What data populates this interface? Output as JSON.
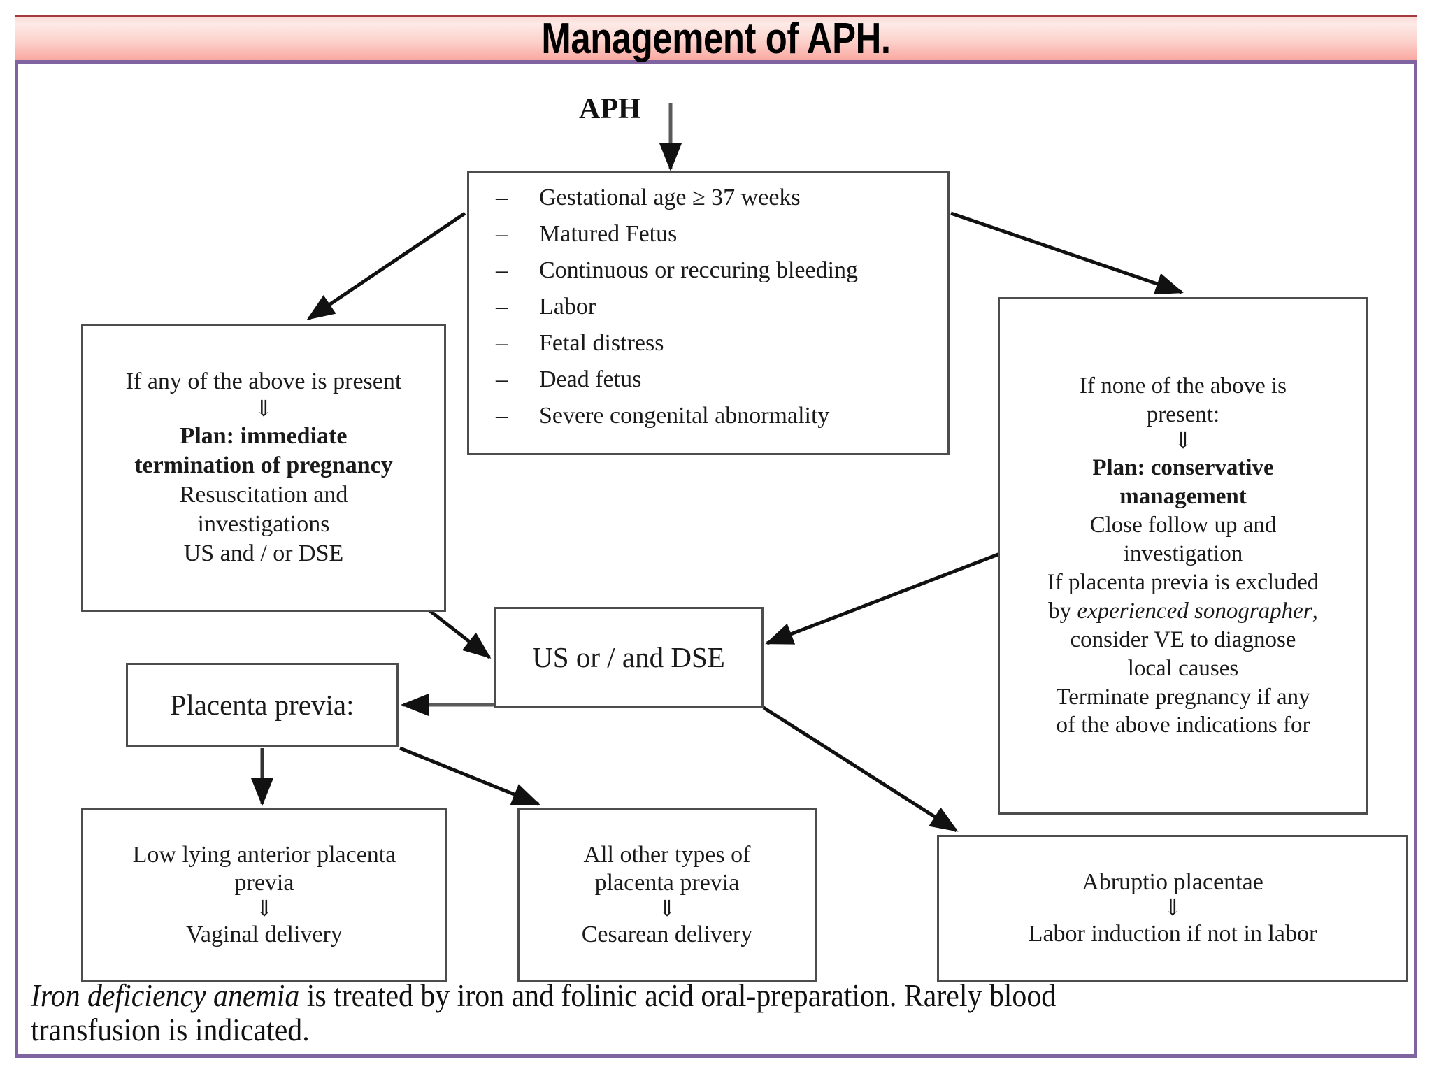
{
  "slide": {
    "title": "Management of APH.",
    "entry_label": "APH",
    "footer": {
      "emphasis": "Iron deficiency anemia",
      "rest": " is treated by iron and folinic acid oral-preparation. Rarely blood transfusion is indicated."
    },
    "colors": {
      "title_band_top": "#fbdcd8",
      "title_band_bottom": "#f9a8a0",
      "title_top_rule": "#a3393c",
      "frame_purple": "#8064a2",
      "node_border": "#4d4d4d",
      "text": "#1a1a1a"
    }
  },
  "nodes": {
    "criteria": {
      "bullet": "–",
      "items": [
        "Gestational age ≥ 37 weeks",
        "Matured Fetus",
        "Continuous  or reccuring bleeding",
        "Labor",
        "Fetal distress",
        "Dead fetus",
        "Severe congenital abnormality"
      ]
    },
    "left_branch": {
      "line1": "If any of the above is present",
      "arrow": "⇓",
      "plan_line1": "Plan: immediate",
      "plan_line2": "termination of pregnancy",
      "line3": "Resuscitation and",
      "line4": "investigations",
      "line5": "US and / or DSE"
    },
    "right_branch": {
      "line1": "If none of the above is",
      "line2": "present:",
      "arrow": "⇓",
      "plan_line1": "Plan: conservative",
      "plan_line2": "management",
      "line3": "Close follow up and",
      "line4": "investigation",
      "line5": "If placenta previa is excluded",
      "line6_pre": "by ",
      "line6_ital": "experienced sonographer",
      "line6_post": ",",
      "line7": "consider VE to diagnose",
      "line8": "local causes",
      "line9": "Terminate pregnancy if any",
      "line10": "of the above indications for"
    },
    "us_dse": {
      "label": "US or / and DSE"
    },
    "placenta_previa": {
      "label": "Placenta previa:"
    },
    "low_lying": {
      "line1": "Low lying anterior placenta",
      "line2": "previa",
      "arrow": "⇓",
      "line3": "Vaginal delivery"
    },
    "all_other": {
      "line1": "All other types of",
      "line2": "placenta previa",
      "arrow": "⇓",
      "line3": "Cesarean delivery"
    },
    "abruptio": {
      "line1": "Abruptio placentae",
      "arrow": "⇓",
      "line3": "Labor induction if not in labor"
    }
  }
}
